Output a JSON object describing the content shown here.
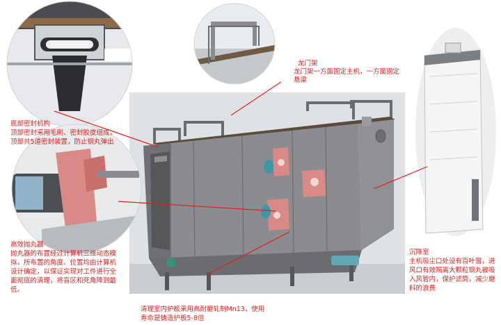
{
  "annotations": {
    "gantry_title": "龙门架",
    "gantry_desc": "龙门架一方面固定主机，一方面固定",
    "gantry_desc2": "悬梁",
    "bottom_seal_title": "底部密封机构",
    "bottom_seal_line1": "顶部密封采用毛刷、密封胶皮组成，",
    "bottom_seal_line2": "顶部共5道密封装置，防止钢丸弹出",
    "blaster_title": "高效抛丸器",
    "blaster_line1": "抛丸器的布置经过计算机三维动态模",
    "blaster_line2": "拟，所布置的角度、位置均由计算机",
    "blaster_line3": "设计确定，以保证实现对工件进行全",
    "blaster_line4": "面彻底的清理，将盲区和死角降到最",
    "blaster_line5": "低。",
    "liner_line1": "清理室内护板采用高耐磨轧制Mn13，使用",
    "liner_line2": "寿命是铸造护板5-8倍",
    "settling_title": "沉降室",
    "settling_line1": "主机吸尘口处设有百叶窗，进",
    "settling_line2": "风口有效隔离大颗粒钢丸被吸",
    "settling_line3": "入风管内，保护滤筒，减少磨",
    "settling_line4": "料的浪费"
  },
  "colors": {
    "annotation_text": "#e21e1e",
    "leader_line": "#e21e1e",
    "machine_body": "#7b7d80",
    "machine_dark": "#5e6063",
    "blaster_pink": "#d98a86",
    "motor_teal": "#3f97a5"
  }
}
